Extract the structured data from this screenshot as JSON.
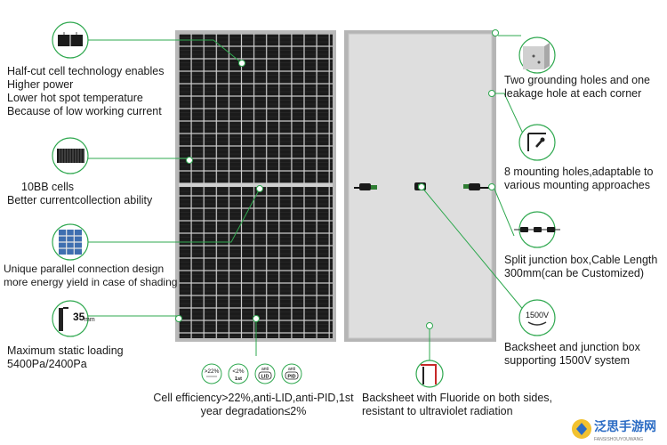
{
  "left_callouts": [
    {
      "id": "halfcut",
      "lines": [
        "Half-cut cell technology enables",
        "Higher power",
        "Lower hot spot temperature",
        "Because of low working current"
      ]
    },
    {
      "id": "10bb",
      "lines": [
        "10BB cells",
        "Better currentcollection ability"
      ]
    },
    {
      "id": "parallel",
      "lines": [
        "Unique parallel connection design",
        "more energy yield in case of shading"
      ]
    },
    {
      "id": "loading",
      "lines": [
        "Maximum static loading",
        "5400Pa/2400Pa"
      ]
    }
  ],
  "right_callouts": [
    {
      "id": "grounding",
      "lines": [
        "Two grounding holes and one",
        "leakage hole at each corner"
      ]
    },
    {
      "id": "mounting",
      "lines": [
        "8 mounting holes,adaptable to",
        "various mounting approaches"
      ]
    },
    {
      "id": "junction",
      "lines": [
        "Split junction box,Cable Length",
        "300mm(can be Customized)"
      ]
    },
    {
      "id": "backsheet_jb",
      "lines": [
        "Backsheet and junction box",
        "supporting 1500V system"
      ]
    }
  ],
  "bottom_callouts": [
    {
      "id": "efficiency",
      "lines": [
        "Cell efficiency>22%,anti-LID,anti-PID,1st",
        "year degradation≤2%"
      ]
    },
    {
      "id": "fluoride",
      "lines": [
        "Backsheet with Fluoride on both sides,",
        "resistant to ultraviolet radiation"
      ]
    }
  ],
  "icons": {
    "frame_thickness": {
      "value": "35",
      "unit": "mm"
    },
    "voltage": "1500V",
    "badges": [
      {
        "top": ">22%",
        "bottom": ""
      },
      {
        "top": "<2%",
        "bottom": "1st"
      },
      {
        "top": "anti",
        "bottom": "LID"
      },
      {
        "top": "anti",
        "bottom": "PID"
      }
    ]
  },
  "watermark": {
    "text": "泛思手游网",
    "sub": "FANSISHOUYOUWANG"
  },
  "colors": {
    "accent": "#2fa84f",
    "cell": "#1b1b1b",
    "frame": "#b9b9b9",
    "back": "#d9d9d9"
  }
}
